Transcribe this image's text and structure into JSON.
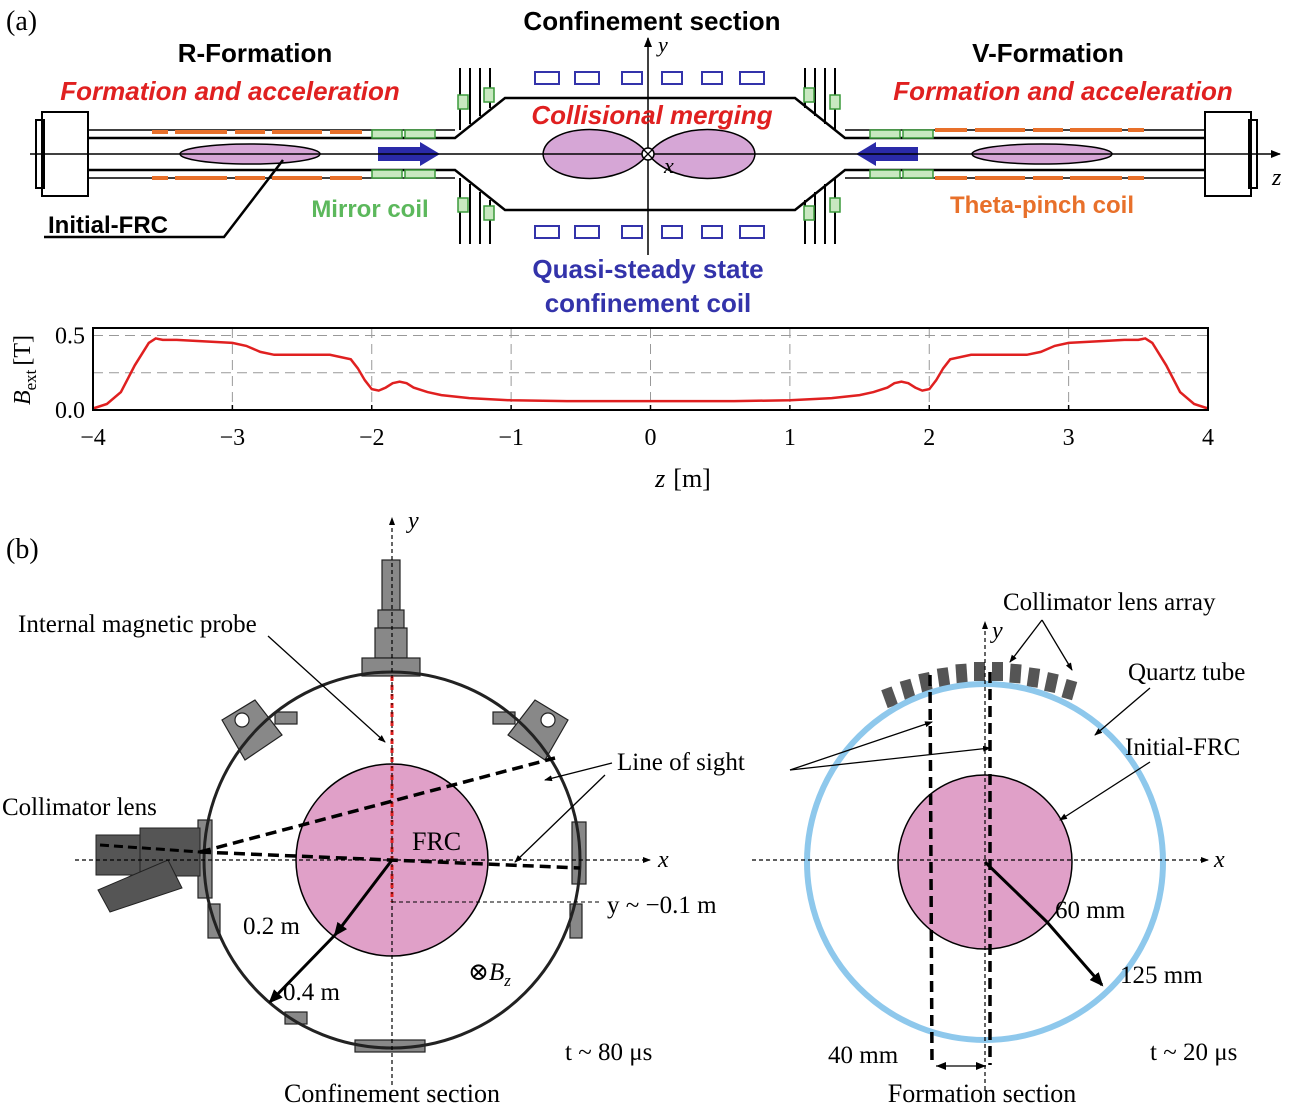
{
  "panel_a": {
    "label": "(a)",
    "title_center": "Confinement section",
    "title_left": "R-Formation",
    "title_right": "V-Formation",
    "subtitle_left": "Formation and acceleration",
    "subtitle_right": "Formation and acceleration",
    "merging_label": "Collisional merging",
    "initial_frc_label": "Initial-FRC",
    "mirror_coil_label": "Mirror coil",
    "theta_coil_label": "Theta-pinch coil",
    "quasi_label_1": "Quasi-steady state",
    "quasi_label_2": "confinement coil",
    "axis_y": "y",
    "axis_x": "x",
    "axis_z": "z",
    "colors": {
      "red_text": "#e02020",
      "green": "#5cb85c",
      "blue": "#3333aa",
      "orange": "#e8702a",
      "frc_fill": "#d6a6d6",
      "arrow": "#2a2aa8"
    }
  },
  "chart_data": {
    "type": "line",
    "ylabel_main": "B",
    "ylabel_sub": "ext",
    "ylabel_unit": "[T]",
    "xlabel_var": "z",
    "xlabel_unit": "[m]",
    "xlim": [
      -4,
      4
    ],
    "ylim": [
      0,
      0.55
    ],
    "x_ticks": [
      "−4",
      "−3",
      "−2",
      "−1",
      "0",
      "1",
      "2",
      "3",
      "4"
    ],
    "y_ticks": [
      "0.0",
      "0.5"
    ],
    "grid": true,
    "color": "#e02020",
    "series": [
      {
        "x": [
          -4.0,
          -3.9,
          -3.8,
          -3.7,
          -3.6,
          -3.55,
          -3.5,
          -3.4,
          -3.2,
          -3.0,
          -2.9,
          -2.8,
          -2.7,
          -2.5,
          -2.3,
          -2.15,
          -2.1,
          -2.05,
          -2.0,
          -1.95,
          -1.9,
          -1.85,
          -1.8,
          -1.75,
          -1.7,
          -1.6,
          -1.5,
          -1.3,
          -1.0,
          -0.6,
          0.0,
          0.6,
          1.0,
          1.3,
          1.5,
          1.6,
          1.7,
          1.75,
          1.8,
          1.85,
          1.9,
          1.95,
          2.0,
          2.05,
          2.1,
          2.15,
          2.3,
          2.5,
          2.7,
          2.8,
          2.9,
          3.0,
          3.2,
          3.4,
          3.5,
          3.55,
          3.6,
          3.7,
          3.8,
          3.9,
          4.0
        ],
        "y": [
          0.01,
          0.04,
          0.12,
          0.3,
          0.45,
          0.48,
          0.47,
          0.47,
          0.46,
          0.45,
          0.43,
          0.39,
          0.37,
          0.37,
          0.37,
          0.34,
          0.28,
          0.2,
          0.14,
          0.13,
          0.15,
          0.18,
          0.19,
          0.18,
          0.15,
          0.12,
          0.1,
          0.08,
          0.065,
          0.06,
          0.06,
          0.06,
          0.065,
          0.08,
          0.1,
          0.12,
          0.15,
          0.18,
          0.19,
          0.18,
          0.15,
          0.13,
          0.14,
          0.2,
          0.28,
          0.34,
          0.37,
          0.37,
          0.37,
          0.39,
          0.43,
          0.45,
          0.46,
          0.47,
          0.47,
          0.48,
          0.45,
          0.3,
          0.12,
          0.04,
          0.01
        ]
      }
    ]
  },
  "panel_b": {
    "label": "(b)",
    "left": {
      "axis_y": "y",
      "axis_x": "x",
      "probe_label": "Internal magnetic probe",
      "collimator_label": "Collimator lens",
      "line_of_sight_label": "Line of sight",
      "frc_label": "FRC",
      "y_offset_label": "y ~ −0.1 m",
      "r1_label": "0.2 m",
      "r2_label": "0.4 m",
      "bz_symbol": "⊗",
      "bz_var": "B",
      "bz_sub": "z",
      "time_label": "t ~ 80 μs",
      "section_label": "Confinement section"
    },
    "right": {
      "axis_y": "y",
      "axis_x": "x",
      "lens_array_label": "Collimator lens array",
      "quartz_label": "Quartz tube",
      "initial_frc_label": "Initial-FRC",
      "r1_label": "60 mm",
      "r2_label": "125 mm",
      "gap_label": "40 mm",
      "time_label": "t ~ 20 μs",
      "section_label": "Formation section",
      "colors": {
        "quartz": "#8ec8ec",
        "frc": "#e0a0c8",
        "lens": "#555555"
      }
    }
  }
}
